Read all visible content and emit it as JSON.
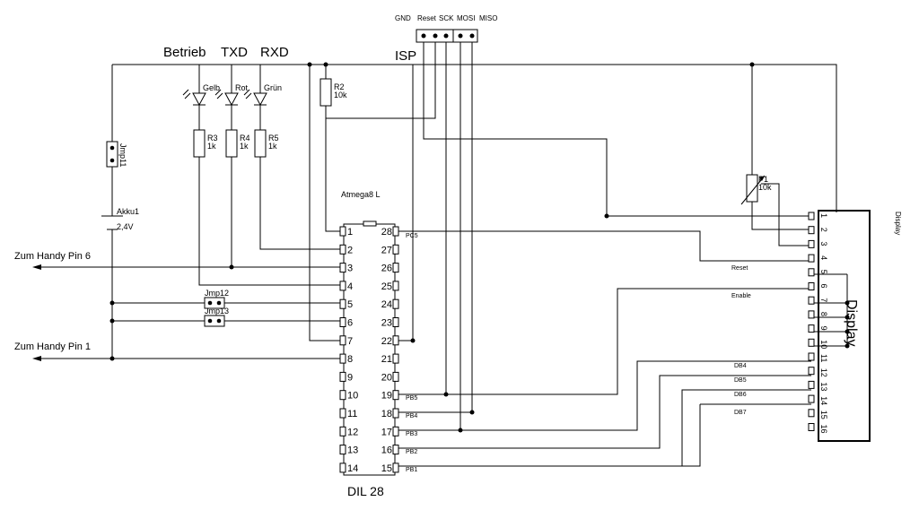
{
  "labels": {
    "betrieb": "Betrieb",
    "txd": "TXD",
    "rxd": "RXD",
    "isp": "ISP",
    "gelb": "Gelb",
    "rot": "Rot",
    "gruen": "Grün",
    "atmega": "Atmega8 L",
    "dil": "DIL 28",
    "pc5": "PC5",
    "pb5": "PB5",
    "pb4": "PB4",
    "pb3": "PB3",
    "pb2": "PB2",
    "pb1": "PB1",
    "zum_pin6": "Zum Handy Pin 6",
    "zum_pin1": "Zum Handy Pin 1",
    "display_name": "Display",
    "display_big": "Display",
    "reset_net": "Reset",
    "enable_net": "Enable",
    "db4": "DB4",
    "db5": "DB5",
    "db6": "DB6",
    "db7": "DB7"
  },
  "isp_header": {
    "pins": [
      "GND",
      "Reset",
      "SCK",
      "MOSI",
      "MISO"
    ]
  },
  "components": {
    "r2": {
      "name": "R2",
      "value": "10k"
    },
    "r3": {
      "name": "R3",
      "value": "1k"
    },
    "r4": {
      "name": "R4",
      "value": "1k"
    },
    "r5": {
      "name": "R5",
      "value": "1k"
    },
    "p1": {
      "name": "P1",
      "value": "10k"
    },
    "jmp11": {
      "name": "Jmp11"
    },
    "jmp12": {
      "name": "Jmp12"
    },
    "jmp13": {
      "name": "Jmp13"
    },
    "akku": {
      "name": "Akku1",
      "value": "2,4V"
    }
  },
  "ic": {
    "left_pins": [
      "1",
      "2",
      "3",
      "4",
      "5",
      "6",
      "7",
      "8",
      "9",
      "10",
      "11",
      "12",
      "13",
      "14"
    ],
    "right_pins": [
      "28",
      "27",
      "26",
      "25",
      "24",
      "23",
      "22",
      "21",
      "20",
      "19",
      "18",
      "17",
      "16",
      "15"
    ]
  },
  "display_pins": [
    "1",
    "2",
    "3",
    "4",
    "5",
    "6",
    "7",
    "8",
    "9",
    "10",
    "11",
    "12",
    "13",
    "14",
    "15",
    "16"
  ]
}
